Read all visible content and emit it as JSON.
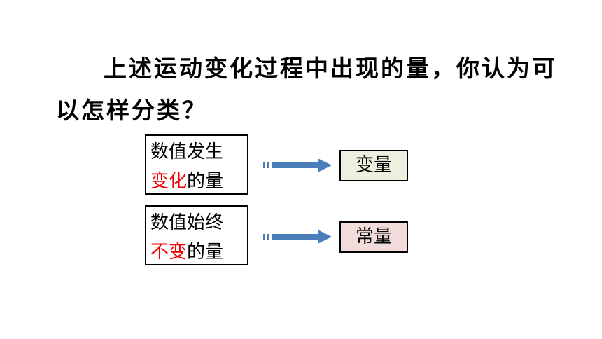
{
  "question": {
    "line1": "上述运动变化过程中出现的量，你认为可",
    "line2": "以怎样分类？"
  },
  "rows": [
    {
      "desc_line1": "数值发生",
      "desc_highlight": "变化",
      "desc_tail": "的量",
      "result": "变量",
      "result_color": "#ebf1de"
    },
    {
      "desc_line1": "数值始终",
      "desc_highlight": "不变",
      "desc_tail": "的量",
      "result": "常量",
      "result_color": "#f2dcdb"
    }
  ],
  "colors": {
    "highlight": "#ee0000",
    "arrow": "#4a7ebb"
  }
}
